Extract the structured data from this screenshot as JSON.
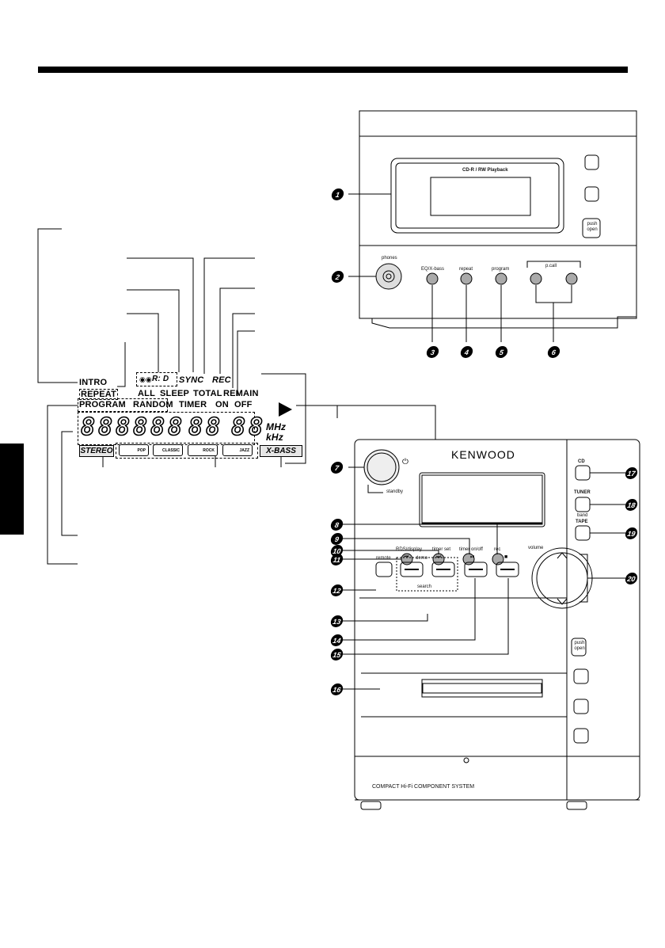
{
  "lcd": {
    "intro": "INTRO",
    "rd": "R: D",
    "sync": "SYNC",
    "rec": "REC",
    "repeat": "REPEAT",
    "all": "ALL",
    "sleep": "SLEEP",
    "total": "TOTAL",
    "remain": "REMAIN",
    "program": "PROGRAM",
    "random": "RANDOM",
    "timer": "TIMER",
    "on": "ON",
    "off": "OFF",
    "mhz": "MHz",
    "khz": "kHz",
    "stereo": "STEREO",
    "xbass": "X-BASS",
    "modes": [
      "POP",
      "CLASSIC",
      "ROCK",
      "JAZZ"
    ],
    "digits": [
      "8",
      "8",
      "8",
      "8",
      "8",
      "8",
      "8",
      "8",
      "8",
      "8"
    ]
  },
  "top_unit": {
    "display_caption": "CD-R / RW Playback",
    "phones": "phones",
    "eq_xbass": "EQ/X-bass",
    "repeat": "repeat",
    "program": "program",
    "p_call": "p.call",
    "push_open": "push open",
    "callouts": [
      "1",
      "2",
      "3",
      "4",
      "5",
      "6"
    ]
  },
  "main_unit": {
    "brand": "KENWOOD",
    "standby": "standby",
    "cd": "CD",
    "tuner": "TUNER",
    "band": "band",
    "tape": "TAPE",
    "rds_display": "RDS/display",
    "demo": "demo",
    "timer_set": "timer set",
    "timer_onoff": "timer on/off",
    "rec": "rec",
    "volume": "volume",
    "remote": "remote",
    "search": "search",
    "push_open": "push open",
    "footer": "COMPACT Hi-Fi COMPONENT SYSTEM",
    "callouts": [
      "7",
      "8",
      "9",
      "10",
      "11",
      "12",
      "13",
      "14",
      "15",
      "16",
      "17",
      "18",
      "19",
      "20"
    ]
  }
}
